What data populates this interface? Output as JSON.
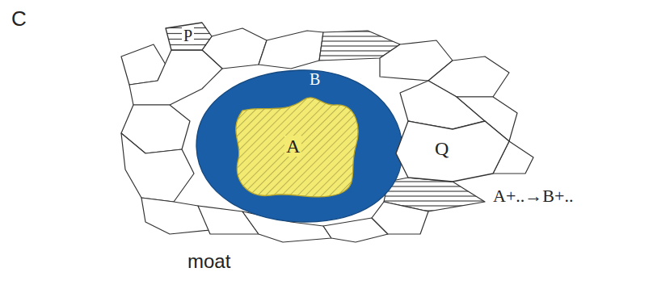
{
  "diagram": {
    "nodes": [
      {
        "text": [
          "P"
        ]
      },
      {
        "text": [
          "B"
        ]
      },
      {
        "text": [
          "A"
        ],
        "in": 1
      },
      {
        "text": [
          "Q"
        ]
      }
    ],
    "labels": [
      "C",
      "A+..→B+..",
      "moat"
    ]
  }
}
